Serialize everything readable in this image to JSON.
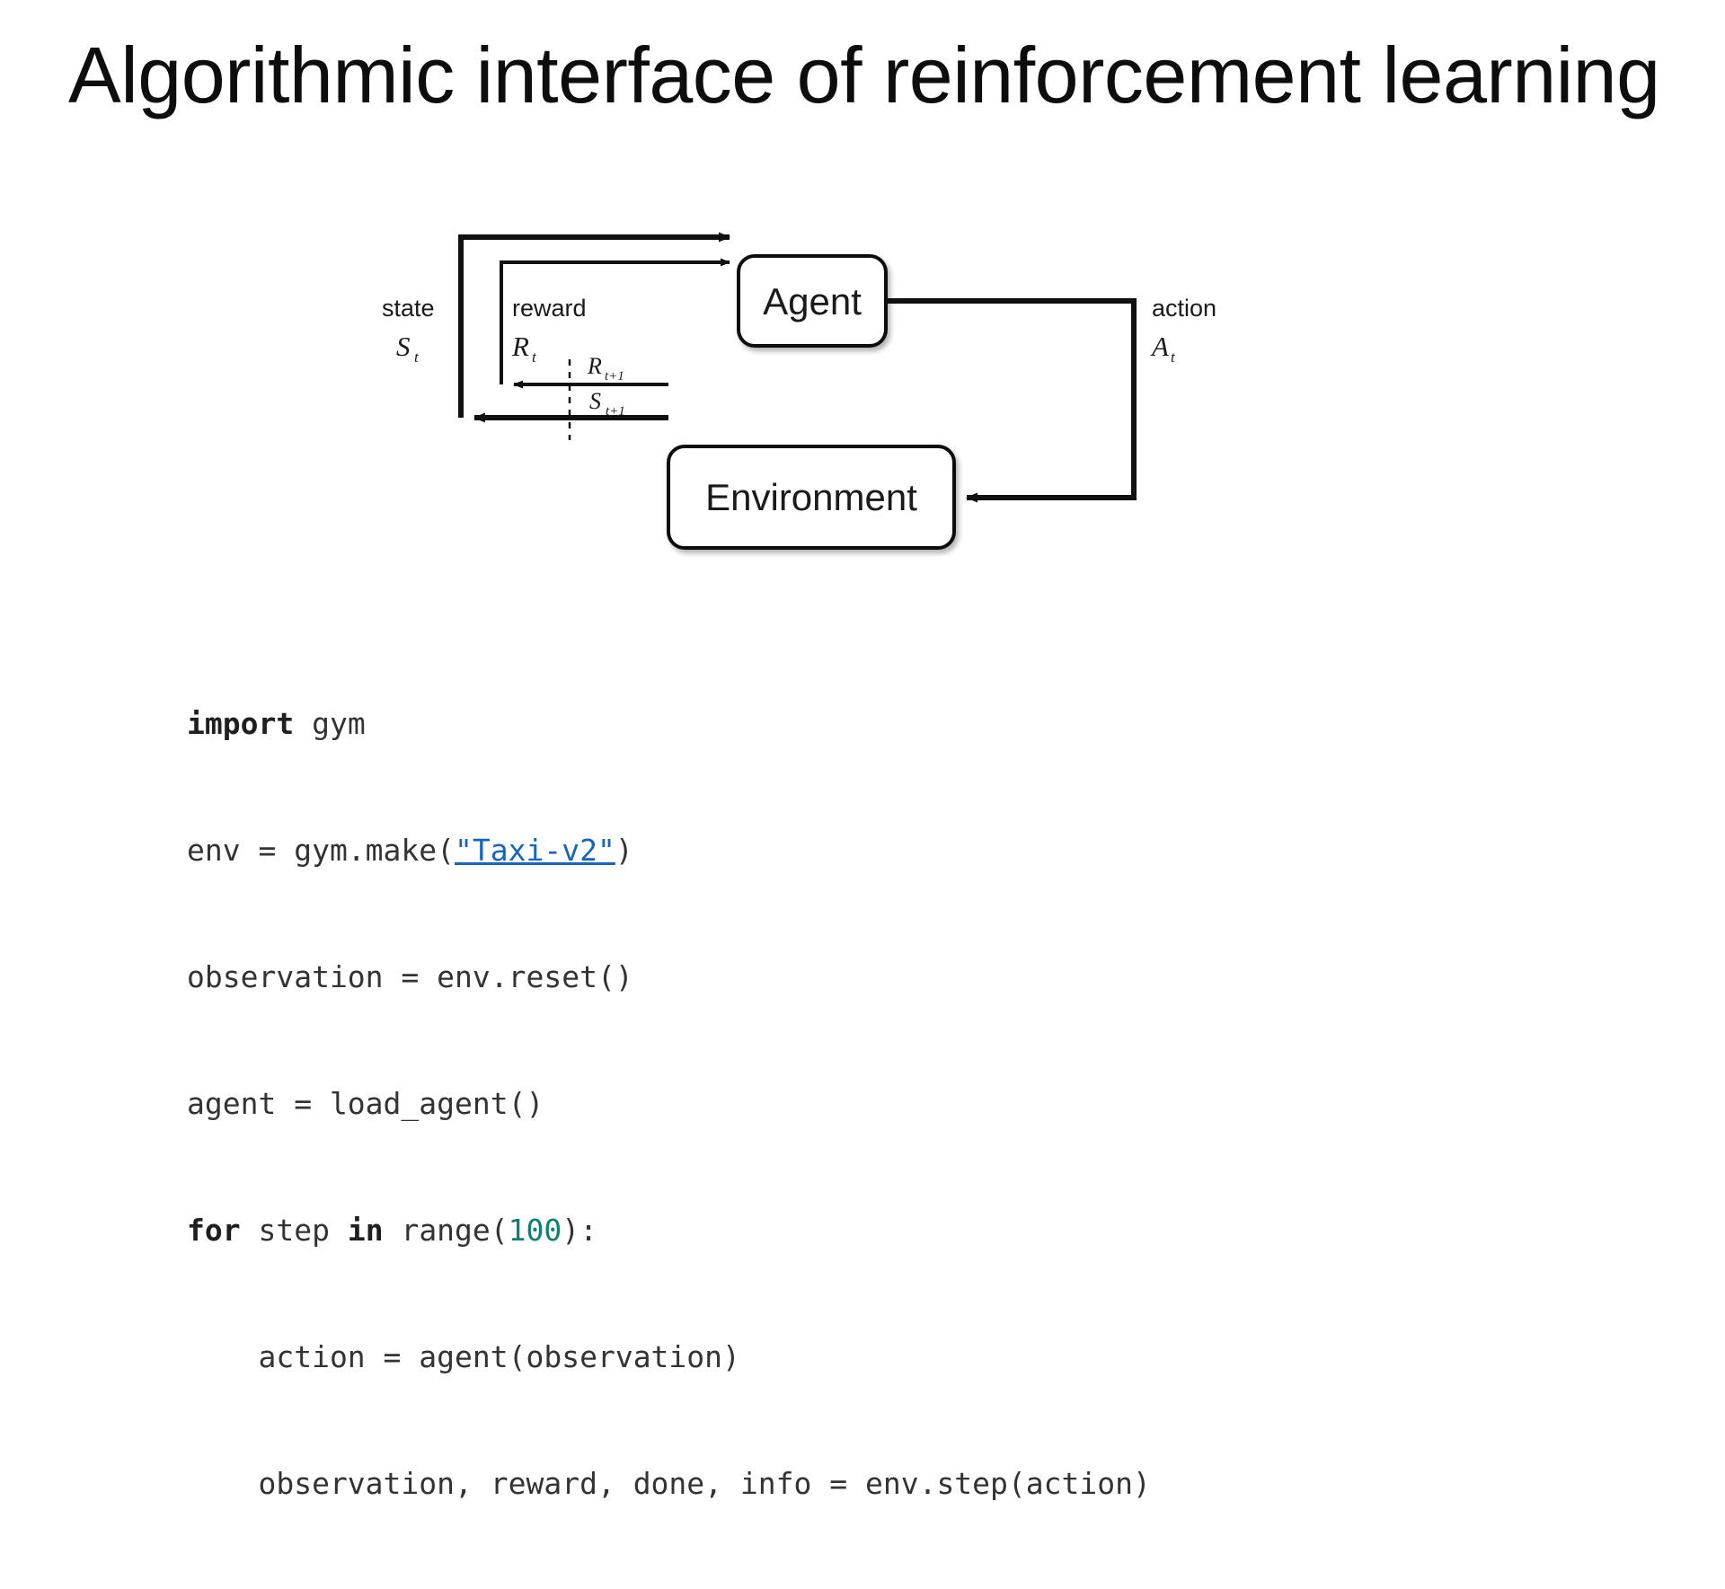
{
  "slide": {
    "title": "Algorithmic interface of reinforcement learning",
    "background_color": "#ffffff",
    "text_color": "#111111"
  },
  "diagram": {
    "name": "agent-environment-interaction-loop",
    "nodes": [
      {
        "id": "agent",
        "label": "Agent"
      },
      {
        "id": "environment",
        "label": "Environment"
      }
    ],
    "edge_labels": {
      "state_word": "state",
      "state_symbol": "S",
      "state_subscript": "t",
      "reward_word": "reward",
      "reward_symbol": "R",
      "reward_subscript": "t",
      "action_word": "action",
      "action_symbol": "A",
      "action_subscript": "t",
      "next_reward_symbol": "R",
      "next_reward_subscript": "t+1",
      "next_state_symbol": "S",
      "next_state_subscript": "t+1"
    },
    "stroke_color": "#111111"
  },
  "code": {
    "language": "python",
    "keyword_color": "#1f1f1f",
    "number_color": "#0d8070",
    "link_color": "#1565c0",
    "text_color": "#333333",
    "lines": [
      {
        "id": "line-1",
        "text": "import gym",
        "tokens": [
          {
            "t": "import",
            "k": "kw"
          },
          {
            "t": " gym",
            "k": "plain"
          }
        ]
      },
      {
        "id": "line-2",
        "text": "env = gym.make(\"Taxi-v2\")",
        "tokens": [
          {
            "t": "env = gym.make(",
            "k": "plain"
          },
          {
            "t": "\"Taxi-v2\"",
            "k": "link"
          },
          {
            "t": ")",
            "k": "plain"
          }
        ]
      },
      {
        "id": "line-3",
        "text": "observation = env.reset()",
        "tokens": [
          {
            "t": "observation = env.reset()",
            "k": "plain"
          }
        ]
      },
      {
        "id": "line-4",
        "text": "agent = load_agent()",
        "tokens": [
          {
            "t": "agent = load_agent()",
            "k": "plain"
          }
        ]
      },
      {
        "id": "line-5",
        "text": "for step in range(100):",
        "tokens": [
          {
            "t": "for",
            "k": "kw"
          },
          {
            "t": " step ",
            "k": "plain"
          },
          {
            "t": "in",
            "k": "kw"
          },
          {
            "t": " range(",
            "k": "plain"
          },
          {
            "t": "100",
            "k": "num"
          },
          {
            "t": "):",
            "k": "plain"
          }
        ]
      },
      {
        "id": "line-6",
        "text": "    action = agent(observation)",
        "tokens": [
          {
            "t": "    action = agent(observation)",
            "k": "plain"
          }
        ]
      },
      {
        "id": "line-7",
        "text": "    observation, reward, done, info = env.step(action)",
        "tokens": [
          {
            "t": "    observation, reward, done, info = env.step(action)",
            "k": "plain"
          }
        ]
      }
    ]
  }
}
